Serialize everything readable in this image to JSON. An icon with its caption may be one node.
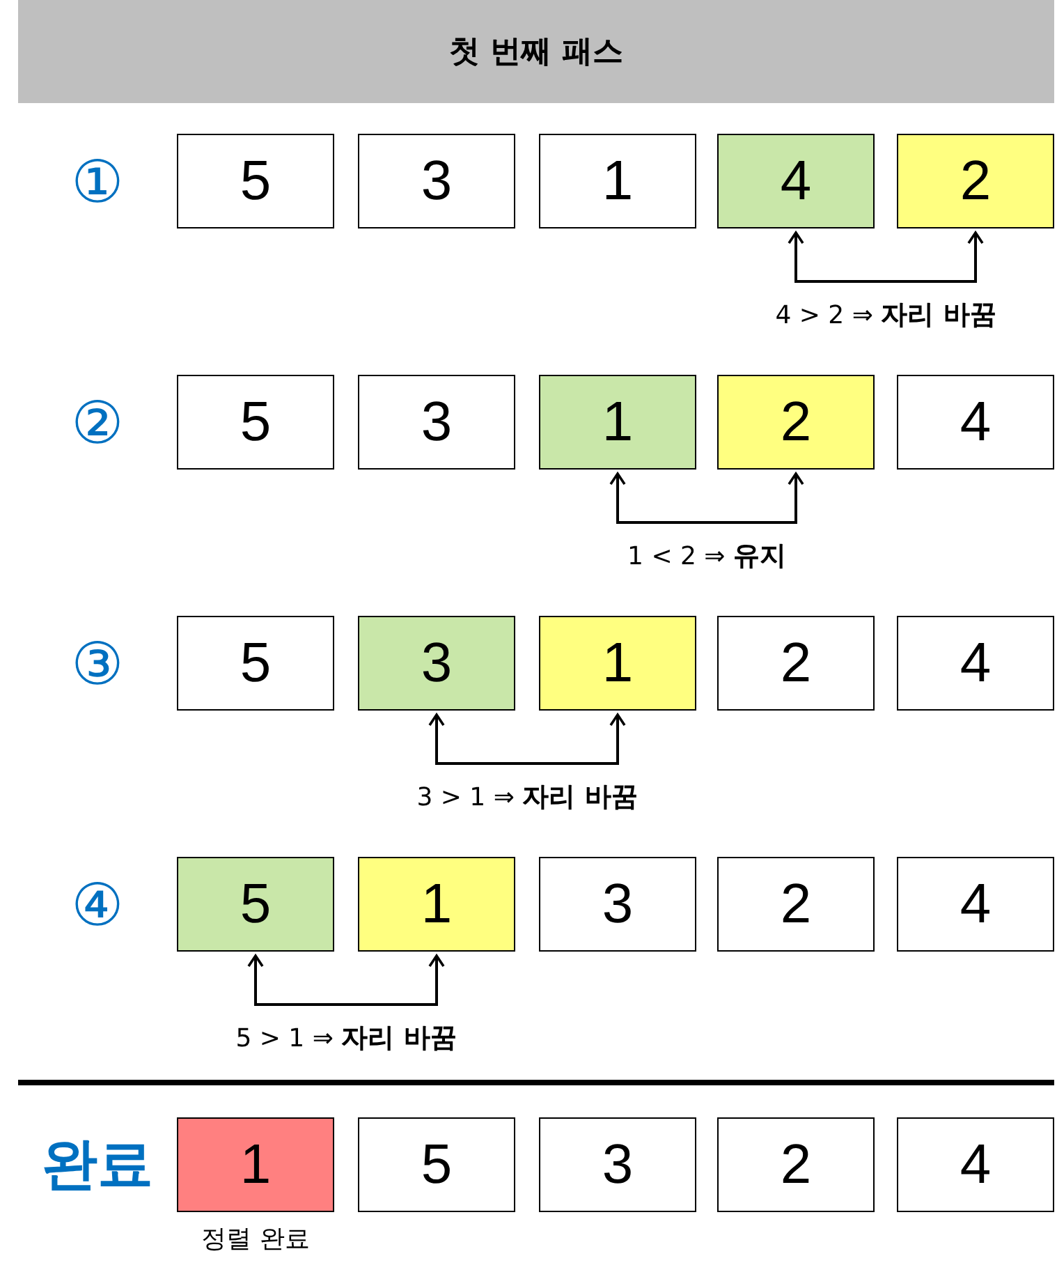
{
  "diagram": {
    "title": "첫 번째 패스",
    "nodes": [
      {
        "text": [
          "5"
        ]
      },
      {
        "text": [
          "3"
        ]
      },
      {
        "text": [
          "1"
        ]
      },
      {
        "text": [
          "4"
        ]
      },
      {
        "text": [
          "2"
        ]
      },
      {
        "text": [
          "5"
        ]
      },
      {
        "text": [
          "3"
        ]
      },
      {
        "text": [
          "1"
        ]
      },
      {
        "text": [
          "2"
        ]
      },
      {
        "text": [
          "4"
        ]
      },
      {
        "text": [
          "5"
        ]
      },
      {
        "text": [
          "3"
        ]
      },
      {
        "text": [
          "1"
        ]
      },
      {
        "text": [
          "2"
        ]
      },
      {
        "text": [
          "4"
        ]
      },
      {
        "text": [
          "5"
        ]
      },
      {
        "text": [
          "1"
        ]
      },
      {
        "text": [
          "3"
        ]
      },
      {
        "text": [
          "2"
        ]
      },
      {
        "text": [
          "4"
        ]
      },
      {
        "text": [
          "1"
        ],
        "beside": [
          "정렬 완료"
        ]
      },
      {
        "text": [
          "5"
        ]
      },
      {
        "text": [
          "3"
        ]
      },
      {
        "text": [
          "2"
        ]
      },
      {
        "text": [
          "4"
        ]
      }
    ],
    "edges": [
      {
        "from": 3,
        "to": 4,
        "arrow": "both",
        "label": "4 > 2 ⇒ **자리 바꿈**"
      },
      {
        "from": 7,
        "to": 8,
        "arrow": "both",
        "label": "1 < 2 ⇒ **유지**"
      },
      {
        "from": 11,
        "to": 12,
        "arrow": "both",
        "label": "3 > 1 ⇒ **자리 바꿈**"
      },
      {
        "from": 15,
        "to": 16,
        "arrow": "both",
        "label": "5 > 1 ⇒ **자리 바꿈**"
      }
    ],
    "labels": [
      "①",
      "②",
      "③",
      "④",
      "완료"
    ]
  }
}
